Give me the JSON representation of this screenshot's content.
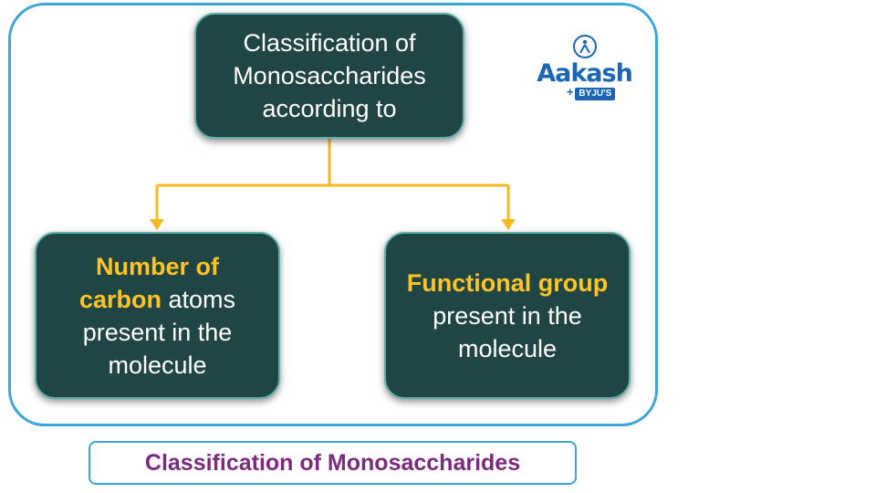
{
  "diagram": {
    "root": {
      "lines": [
        "Classification of",
        "Monosaccharides",
        "according to"
      ]
    },
    "left": {
      "highlight1": "Number of",
      "highlight2": "carbon",
      "rest2": " atoms",
      "line3": "present in the",
      "line4": "molecule"
    },
    "right": {
      "highlight": "Functional group",
      "line2": "present in the",
      "line3": "molecule"
    }
  },
  "logo": {
    "word": "Aakash",
    "sub": "BYJU'S",
    "plus": "+"
  },
  "caption": "Classification of Monosaccharides",
  "colors": {
    "node_fill": "#1f4544",
    "node_border": "#5fb0a8",
    "highlight": "#ffc323",
    "connector": "#f5b820",
    "frame": "#3aa7d8",
    "caption_text": "#7b2a80",
    "logo": "#1a66b5"
  },
  "icons": {
    "logo_mark": "aakash-logo-icon",
    "arrowheads": "arrow-down-icon"
  }
}
